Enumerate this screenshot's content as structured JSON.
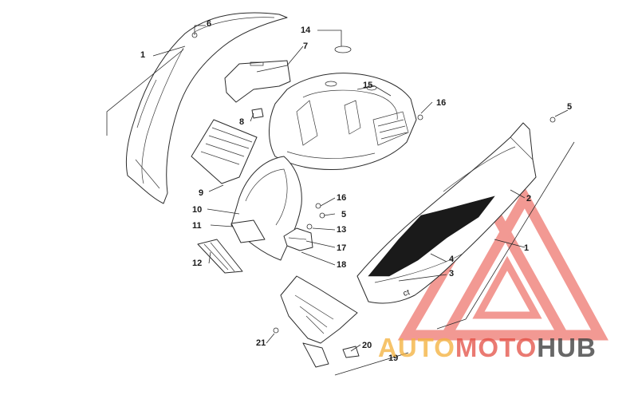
{
  "callouts": [
    {
      "id": "c1a",
      "text": "1"
    },
    {
      "id": "c6",
      "text": "6"
    },
    {
      "id": "c14",
      "text": "14"
    },
    {
      "id": "c7",
      "text": "7"
    },
    {
      "id": "c15",
      "text": "15"
    },
    {
      "id": "c16a",
      "text": "16"
    },
    {
      "id": "c5a",
      "text": "5"
    },
    {
      "id": "c8",
      "text": "8"
    },
    {
      "id": "c9",
      "text": "9"
    },
    {
      "id": "c10",
      "text": "10"
    },
    {
      "id": "c11",
      "text": "11"
    },
    {
      "id": "c16b",
      "text": "16"
    },
    {
      "id": "c5b",
      "text": "5"
    },
    {
      "id": "c13",
      "text": "13"
    },
    {
      "id": "c2",
      "text": "2"
    },
    {
      "id": "c12",
      "text": "12"
    },
    {
      "id": "c17",
      "text": "17"
    },
    {
      "id": "c18",
      "text": "18"
    },
    {
      "id": "c1b",
      "text": "1"
    },
    {
      "id": "c4",
      "text": "4"
    },
    {
      "id": "c3",
      "text": "3"
    },
    {
      "id": "c21",
      "text": "21"
    },
    {
      "id": "c20",
      "text": "20"
    },
    {
      "id": "c19",
      "text": "19"
    }
  ],
  "watermark": {
    "part1": "AUTO",
    "part2": "MOTO",
    "part3": "HUB",
    "colors": {
      "auto": "#f4b240",
      "moto": "#e2463c",
      "hub": "#464646",
      "logo": "#e8463c"
    }
  },
  "decal_text": "ct"
}
